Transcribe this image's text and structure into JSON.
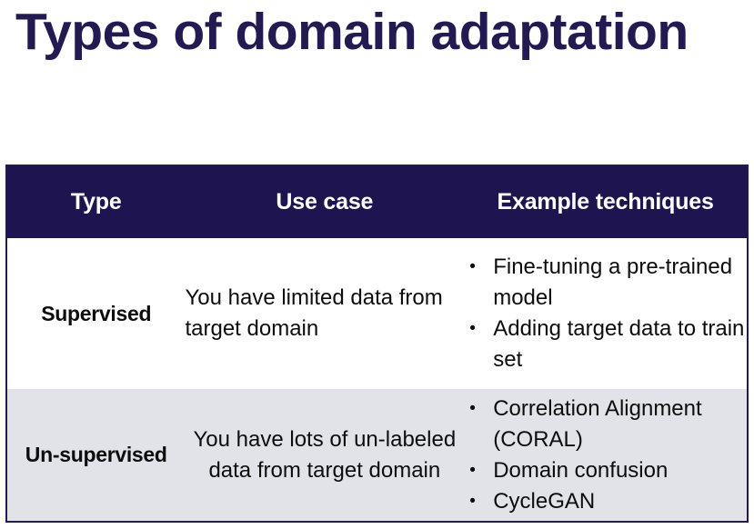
{
  "slide": {
    "title": "Types of domain adaptation",
    "title_color": "#241a52",
    "background": "#ffffff"
  },
  "table": {
    "header_background": "#1e1450",
    "header_text_color": "#ffffff",
    "border_color": "#241a52",
    "alt_row_background": "#e2e3e8",
    "columns": [
      {
        "key": "type",
        "label": "Type"
      },
      {
        "key": "use_case",
        "label": "Use case"
      },
      {
        "key": "examples",
        "label": "Example techniques"
      }
    ],
    "rows": [
      {
        "type": "Supervised",
        "use_case": "You have limited data from target domain",
        "examples": [
          "Fine-tuning a pre-trained model",
          "Adding target data to train set"
        ],
        "striped": false
      },
      {
        "type": "Un-supervised",
        "use_case": "You have lots of un-labeled data from target domain",
        "examples": [
          "Correlation Alignment (CORAL)",
          "Domain confusion",
          "CycleGAN"
        ],
        "striped": true
      }
    ]
  },
  "icons": {
    "bullet": "•"
  }
}
